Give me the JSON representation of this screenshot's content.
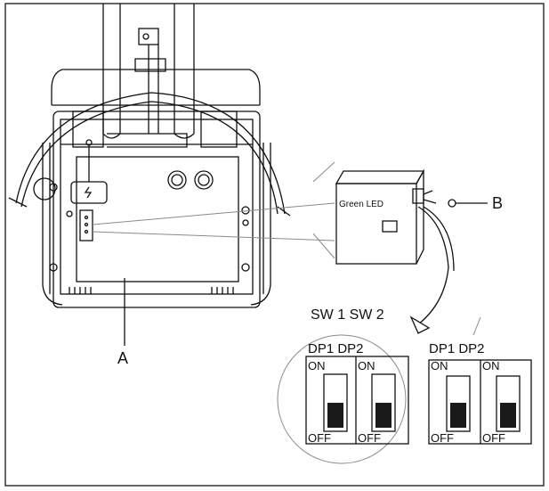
{
  "labels": {
    "a": "A",
    "b": "B",
    "green_led": "Green LED",
    "sw_header": "SW 1 SW 2"
  },
  "dip_groups": [
    {
      "header": "DP1 DP2",
      "switches": [
        {
          "on": "ON",
          "off": "OFF"
        },
        {
          "on": "ON",
          "off": "OFF"
        }
      ]
    },
    {
      "header": "DP1 DP2",
      "switches": [
        {
          "on": "ON",
          "off": "OFF"
        },
        {
          "on": "ON",
          "off": "OFF"
        }
      ]
    }
  ],
  "colors": {
    "line": "#111111",
    "light": "#8a8a8a",
    "fill_dark": "#1a1a1a",
    "frame": "#333333"
  }
}
